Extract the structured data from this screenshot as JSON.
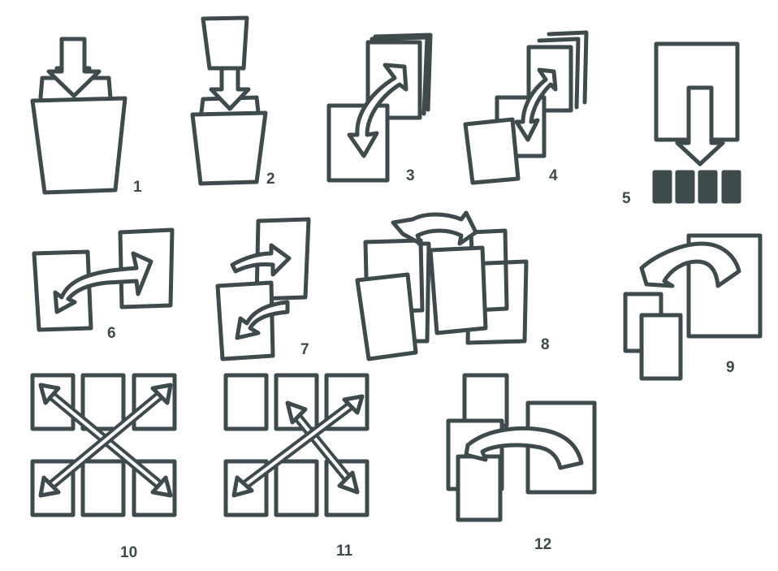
{
  "diagram": {
    "ink_color": "#3e4a4c",
    "paper_color": "#ffffff",
    "panels": [
      {
        "label": "1",
        "icon": "stack-into-bin-icon"
      },
      {
        "label": "2",
        "icon": "feed-into-bin-icon"
      },
      {
        "label": "3",
        "icon": "swap-with-stack-icon"
      },
      {
        "label": "4",
        "icon": "swap-between-stacks-icon"
      },
      {
        "label": "5",
        "icon": "split-into-parts-icon"
      },
      {
        "label": "6",
        "icon": "swap-two-cards-icon"
      },
      {
        "label": "7",
        "icon": "exchange-two-cards-icon"
      },
      {
        "label": "8",
        "icon": "shuffle-group-icon"
      },
      {
        "label": "9",
        "icon": "move-large-to-small-icon"
      },
      {
        "label": "10",
        "icon": "diagonal-swap-grid-icon"
      },
      {
        "label": "11",
        "icon": "cross-swap-grid-icon"
      },
      {
        "label": "12",
        "icon": "arc-move-cluster-icon"
      }
    ]
  }
}
